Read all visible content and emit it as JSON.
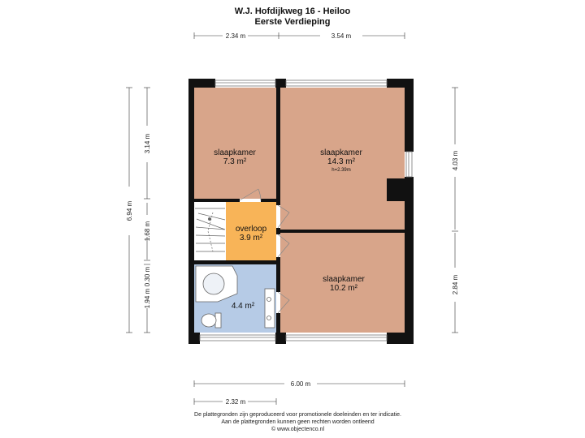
{
  "header": {
    "address": "W.J. Hofdijkweg 16 - Heiloo",
    "floor": "Eerste Verdieping"
  },
  "rooms": [
    {
      "name": "slaapkamer",
      "area": "7.3 m²",
      "color": "#d8a58a"
    },
    {
      "name": "slaapkamer",
      "area": "14.3 m²",
      "height": "h=2.39m",
      "color": "#d8a58a"
    },
    {
      "name": "overloop",
      "area": "3.9 m²",
      "color": "#f8b458"
    },
    {
      "name": "",
      "area": "4.4 m²",
      "color": "#b6cbe6"
    },
    {
      "name": "slaapkamer",
      "area": "10.2 m²",
      "color": "#d8a58a"
    }
  ],
  "dimensions": {
    "top": [
      "2.34 m",
      "3.54 m"
    ],
    "bottom_total": "6.00 m",
    "bottom_partial": "2.32 m",
    "left_total": "6.94 m",
    "left": [
      "3.14 m",
      "1.68 m",
      "0.30 m",
      "1.94 m"
    ],
    "right": [
      "4.03 m",
      "2.84 m"
    ]
  },
  "footer": {
    "line1": "De plattegronden zijn geproduceerd voor promotionele doeleinden en ter indicatie.",
    "line2": "Aan de plattegronden kunnen geen rechten worden ontleend",
    "line3": "© www.objectenco.nl"
  },
  "colors": {
    "wall": "#111111",
    "bedroom": "#d8a58a",
    "landing": "#f8b458",
    "bathroom": "#b6cbe6"
  }
}
